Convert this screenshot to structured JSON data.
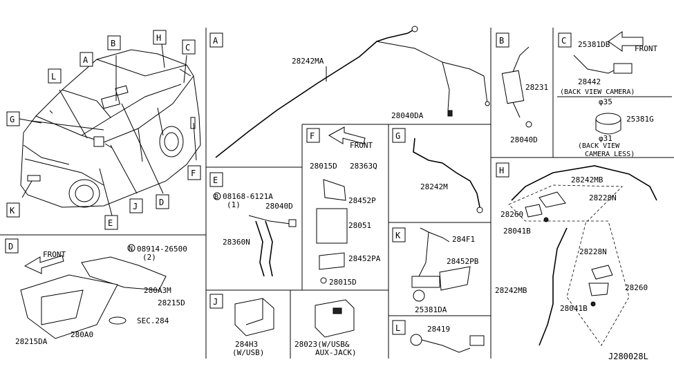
{
  "sections": {
    "A": {
      "tag": "A",
      "parts": {
        "p1": "28242MA",
        "p2": "28040DA"
      }
    },
    "B": {
      "tag": "B",
      "parts": {
        "p1": "28231",
        "p2": "28040D"
      }
    },
    "C": {
      "tag": "C",
      "parts": {
        "p1": "25381DB",
        "p2": "28442",
        "p3": "(BACK VIEW CAMERA)",
        "p4": "φ35",
        "p5": "25381G",
        "p6": "φ31",
        "p7": "(BACK VIEW",
        "p8": "CAMERA LESS)"
      },
      "front": "FRONT"
    },
    "D": {
      "tag": "D",
      "parts": {
        "p1": "08914-26500",
        "p1n": "N",
        "p2": "(2)",
        "p3": "280A3M",
        "p4": "28215D",
        "p5": "SEC.284",
        "p6": "28215DA",
        "p7": "280A0"
      },
      "front": "FRONT"
    },
    "E": {
      "tag": "E",
      "parts": {
        "p1": "08168-6121A",
        "p1b": "B",
        "p2": "(1)",
        "p3": "28040D",
        "p4": "28360N"
      }
    },
    "F": {
      "tag": "F",
      "parts": {
        "p1": "28015D",
        "p2": "28363Q",
        "p3": "28452P",
        "p4": "28051",
        "p5": "28452PA",
        "p6": "28015D"
      },
      "front": "FRONT"
    },
    "G": {
      "tag": "G",
      "parts": {
        "p1": "28242M"
      }
    },
    "H": {
      "tag": "H",
      "parts": {
        "p1": "28242MB",
        "p2": "28228N",
        "p3": "28260",
        "p4": "28041B",
        "p5": "28228N",
        "p6": "28242MB",
        "p7": "28260",
        "p8": "28041B"
      }
    },
    "J": {
      "tag": "J",
      "parts": {
        "p1": "284H3",
        "p2": "(W/USB)",
        "p3": "28023(W/USB&",
        "p4": "AUX-JACK)"
      }
    },
    "K": {
      "tag": "K",
      "parts": {
        "p1": "284F1",
        "p2": "28452PB",
        "p3": "25381DA"
      }
    },
    "L": {
      "tag": "L",
      "parts": {
        "p1": "28419"
      }
    }
  },
  "vehicle_callouts": [
    "A",
    "B",
    "H",
    "C",
    "L",
    "G",
    "K",
    "E",
    "J",
    "D",
    "F"
  ],
  "diagram_id": "J280028L"
}
